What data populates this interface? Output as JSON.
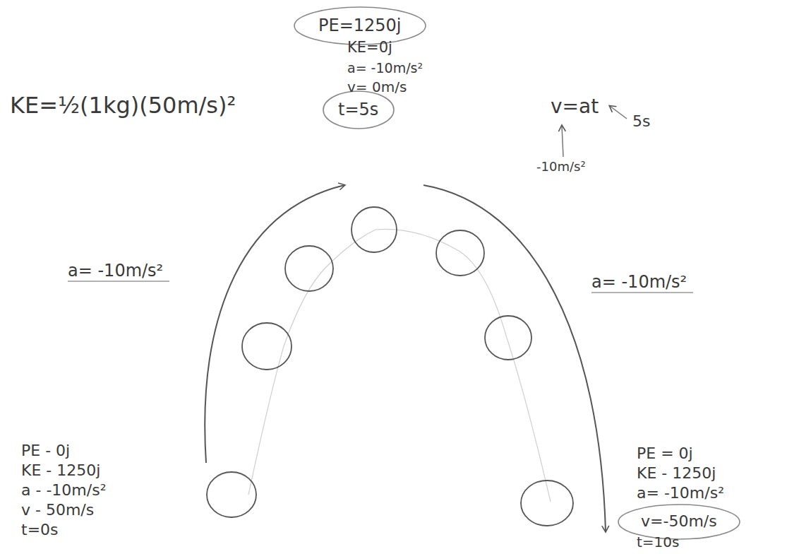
{
  "diagram": {
    "nodes": [
      {
        "text": [
          "PE=1250j"
        ]
      },
      {
        "text": [
          "t=5s"
        ]
      },
      {
        "text": [
          "v=-50m/s"
        ]
      }
    ],
    "labels": [
      "KE=0j",
      "a= -10m/s²",
      "v= 0m/s",
      "KE=½(1kg)(50m/s)²",
      "v=at",
      "5s",
      "-10m/s²",
      "a= -10m/s²",
      "a= -10m/s²",
      "PE - 0j",
      "KE - 1250j",
      "a - -10m/s²",
      "v - 50m/s",
      "t=0s",
      "PE = 0j",
      "KE - 1250j",
      "a= -10m/s²",
      "t=10s"
    ]
  }
}
